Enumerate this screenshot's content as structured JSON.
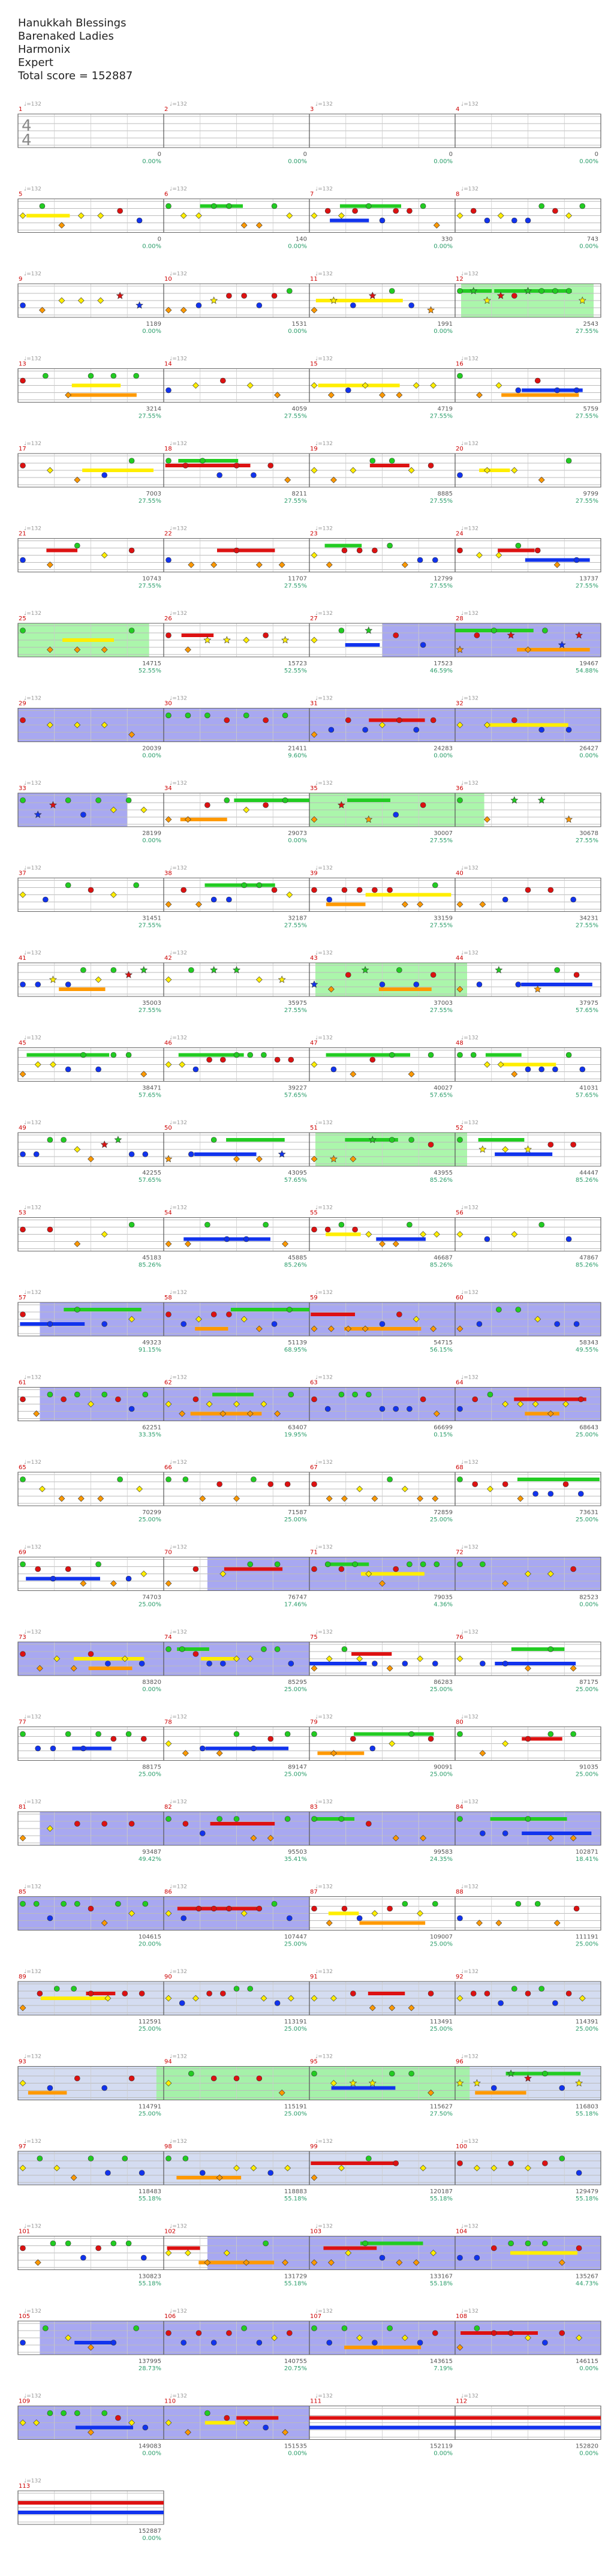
{
  "header": {
    "song": "Hanukkah Blessings",
    "artist": "Barenaked Ladies",
    "studio": "Harmonix",
    "difficulty": "Expert",
    "total_label": "Total score = 152887"
  },
  "time_signature": "4/4",
  "bpm_label": "♩=132",
  "colors": {
    "green": "#22cc22",
    "red": "#dd1111",
    "yellow": "#ffee00",
    "blue": "#1133ee",
    "orange": "#ff9900",
    "overdrive_zone": "#9cf59c",
    "solo_zone": "#9999ee",
    "bre_zone": "#ccd6ee",
    "accent_text": "#2a9d6a",
    "measure_number": "#cc0000"
  },
  "rows": [
    {
      "m": [
        1,
        2,
        3,
        4
      ],
      "scores": [
        "0",
        "0",
        "0",
        "0"
      ],
      "pcts": [
        "0.00%",
        "0.00%",
        "0.00%",
        "0.00%"
      ],
      "zone": ""
    },
    {
      "m": [
        5,
        6,
        7,
        8
      ],
      "scores": [
        "0",
        "140",
        "330",
        "743"
      ],
      "pcts": [
        "0.00%",
        "0.00%",
        "0.00%",
        "0.00%"
      ],
      "zone": ""
    },
    {
      "m": [
        9,
        10,
        11,
        12
      ],
      "scores": [
        "1189",
        "1531",
        "1991",
        "2543"
      ],
      "pcts": [
        "0.00%",
        "0.00%",
        "0.00%",
        "27.55%"
      ],
      "zone": "od-right"
    },
    {
      "m": [
        13,
        14,
        15,
        16
      ],
      "scores": [
        "3214",
        "4059",
        "4719",
        "5759"
      ],
      "pcts": [
        "27.55%",
        "27.55%",
        "27.55%",
        "27.55%"
      ],
      "zone": ""
    },
    {
      "m": [
        17,
        18,
        19,
        20
      ],
      "scores": [
        "7003",
        "8211",
        "8885",
        "9799"
      ],
      "pcts": [
        "27.55%",
        "27.55%",
        "27.55%",
        "27.55%"
      ],
      "zone": ""
    },
    {
      "m": [
        21,
        22,
        23,
        24
      ],
      "scores": [
        "10743",
        "11707",
        "12799",
        "13737"
      ],
      "pcts": [
        "27.55%",
        "27.55%",
        "27.55%",
        "27.55%"
      ],
      "zone": ""
    },
    {
      "m": [
        25,
        26,
        27,
        28
      ],
      "scores": [
        "14715",
        "15723",
        "17523",
        "19467"
      ],
      "pcts": [
        "52.55%",
        "52.55%",
        "46.59%",
        "54.88%"
      ],
      "zone": "od-solo"
    },
    {
      "m": [
        29,
        30,
        31,
        32
      ],
      "scores": [
        "20039",
        "21411",
        "24283",
        "26427"
      ],
      "pcts": [
        "0.00%",
        "9.60%",
        "0.00%",
        "0.00%"
      ],
      "zone": "solo"
    },
    {
      "m": [
        33,
        34,
        35,
        36
      ],
      "scores": [
        "28199",
        "29073",
        "30007",
        "30678"
      ],
      "pcts": [
        "0.00%",
        "0.00%",
        "27.55%",
        "27.55%"
      ],
      "zone": "solo-od"
    },
    {
      "m": [
        37,
        38,
        39,
        40
      ],
      "scores": [
        "31451",
        "32187",
        "33159",
        "34231"
      ],
      "pcts": [
        "27.55%",
        "27.55%",
        "27.55%",
        "27.55%"
      ],
      "zone": ""
    },
    {
      "m": [
        41,
        42,
        43,
        44
      ],
      "scores": [
        "35003",
        "35975",
        "37003",
        "37975"
      ],
      "pcts": [
        "27.55%",
        "27.55%",
        "27.55%",
        "57.65%"
      ],
      "zone": "od-mid"
    },
    {
      "m": [
        45,
        46,
        47,
        48
      ],
      "scores": [
        "38471",
        "39227",
        "40027",
        "41031"
      ],
      "pcts": [
        "57.65%",
        "57.65%",
        "57.65%",
        "57.65%"
      ],
      "zone": ""
    },
    {
      "m": [
        49,
        50,
        51,
        52
      ],
      "scores": [
        "42255",
        "43095",
        "43955",
        "44447"
      ],
      "pcts": [
        "57.65%",
        "57.65%",
        "85.26%",
        "85.26%"
      ],
      "zone": "od-mid"
    },
    {
      "m": [
        53,
        54,
        55,
        56
      ],
      "scores": [
        "45183",
        "45885",
        "46687",
        "47867"
      ],
      "pcts": [
        "85.26%",
        "85.26%",
        "85.26%",
        "85.26%"
      ],
      "zone": ""
    },
    {
      "m": [
        57,
        58,
        59,
        60
      ],
      "scores": [
        "49323",
        "51139",
        "54715",
        "58343"
      ],
      "pcts": [
        "91.15%",
        "68.95%",
        "56.15%",
        "49.55%"
      ],
      "zone": "solo-full"
    },
    {
      "m": [
        61,
        62,
        63,
        64
      ],
      "scores": [
        "62251",
        "63407",
        "66699",
        "68643"
      ],
      "pcts": [
        "33.35%",
        "19.95%",
        "0.15%",
        "25.00%"
      ],
      "zone": "solo-full"
    },
    {
      "m": [
        65,
        66,
        67,
        68
      ],
      "scores": [
        "70299",
        "71587",
        "72859",
        "73631"
      ],
      "pcts": [
        "25.00%",
        "25.00%",
        "25.00%",
        "25.00%"
      ],
      "zone": ""
    },
    {
      "m": [
        69,
        70,
        71,
        72
      ],
      "scores": [
        "74703",
        "76747",
        "79035",
        "82523"
      ],
      "pcts": [
        "25.00%",
        "17.46%",
        "4.36%",
        "0.00%"
      ],
      "zone": "solo-right"
    },
    {
      "m": [
        73,
        74,
        75,
        76
      ],
      "scores": [
        "83820",
        "85295",
        "86283",
        "87175"
      ],
      "pcts": [
        "0.00%",
        "25.00%",
        "25.00%",
        "25.00%"
      ],
      "zone": "solo-left"
    },
    {
      "m": [
        77,
        78,
        79,
        80
      ],
      "scores": [
        "88175",
        "89147",
        "90091",
        "91035"
      ],
      "pcts": [
        "25.00%",
        "25.00%",
        "25.00%",
        "25.00%"
      ],
      "zone": ""
    },
    {
      "m": [
        81,
        82,
        83,
        84
      ],
      "scores": [
        "93487",
        "95503",
        "99583",
        "102871"
      ],
      "pcts": [
        "49.42%",
        "35.41%",
        "24.35%",
        "18.41%"
      ],
      "zone": "solo-full"
    },
    {
      "m": [
        85,
        86,
        87,
        88
      ],
      "scores": [
        "104615",
        "107447",
        "109007",
        "111191"
      ],
      "pcts": [
        "20.00%",
        "25.00%",
        "25.00%",
        "25.00%"
      ],
      "zone": "solo-left"
    },
    {
      "m": [
        89,
        90,
        91,
        92
      ],
      "scores": [
        "112591",
        "113191",
        "113491",
        "114391"
      ],
      "pcts": [
        "25.00%",
        "25.00%",
        "25.00%",
        "25.00%"
      ],
      "zone": "bre"
    },
    {
      "m": [
        93,
        94,
        95,
        96
      ],
      "scores": [
        "114791",
        "115191",
        "115627",
        "116803"
      ],
      "pcts": [
        "25.00%",
        "25.00%",
        "27.50%",
        "55.18%"
      ],
      "zone": "bre-od"
    },
    {
      "m": [
        97,
        98,
        99,
        100
      ],
      "scores": [
        "118483",
        "118883",
        "120187",
        "129479"
      ],
      "pcts": [
        "55.18%",
        "55.18%",
        "55.18%",
        "55.18%"
      ],
      "zone": "bre"
    },
    {
      "m": [
        101,
        102,
        103,
        104
      ],
      "scores": [
        "130823",
        "131729",
        "133167",
        "135267"
      ],
      "pcts": [
        "55.18%",
        "55.18%",
        "55.18%",
        "44.73%"
      ],
      "zone": "solo-right"
    },
    {
      "m": [
        105,
        106,
        107,
        108
      ],
      "scores": [
        "137995",
        "140755",
        "143615",
        "146115"
      ],
      "pcts": [
        "28.73%",
        "20.75%",
        "7.19%",
        "0.00%"
      ],
      "zone": "solo-full"
    },
    {
      "m": [
        109,
        110,
        111,
        112
      ],
      "scores": [
        "149083",
        "151535",
        "152119",
        "152820"
      ],
      "pcts": [
        "0.00%",
        "0.00%",
        "0.00%",
        "0.00%"
      ],
      "zone": "solo-left"
    },
    {
      "m": [
        113
      ],
      "scores": [
        "152887"
      ],
      "pcts": [
        "0.00%"
      ],
      "zone": ""
    }
  ]
}
